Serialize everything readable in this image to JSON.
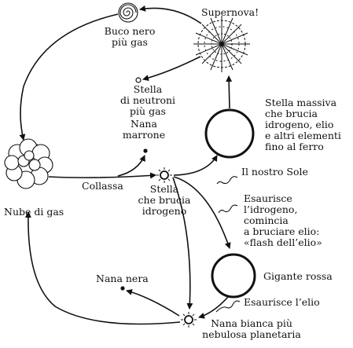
{
  "labels": {
    "supernova": "Supernova!",
    "black_hole": "Buco nero\npiù gas",
    "neutron_star": "Stella\ndi neutroni\npiù gas",
    "brown_dwarf": "Nana\nmarrone",
    "massive_star": "Stella massiva\nche brucia\nidrogeno, elio\ne altri elementi\nfino al ferro",
    "gas_cloud": "Nube di gas",
    "collapse": "Collassa",
    "hydrogen_star": "Stella\nche brucia\nidrogeno",
    "our_sun": "Il nostro Sole",
    "helium_flash": "Esaurisce\nl’idrogeno,\ncomincia\na bruciare elio:\n«flash dell’elio»",
    "red_giant": "Gigante rossa",
    "black_dwarf": "Nana nera",
    "helium_exhausted": "Esaurisce l’elio",
    "white_dwarf": "Nana bianca più\nnebulosa planetaria"
  }
}
